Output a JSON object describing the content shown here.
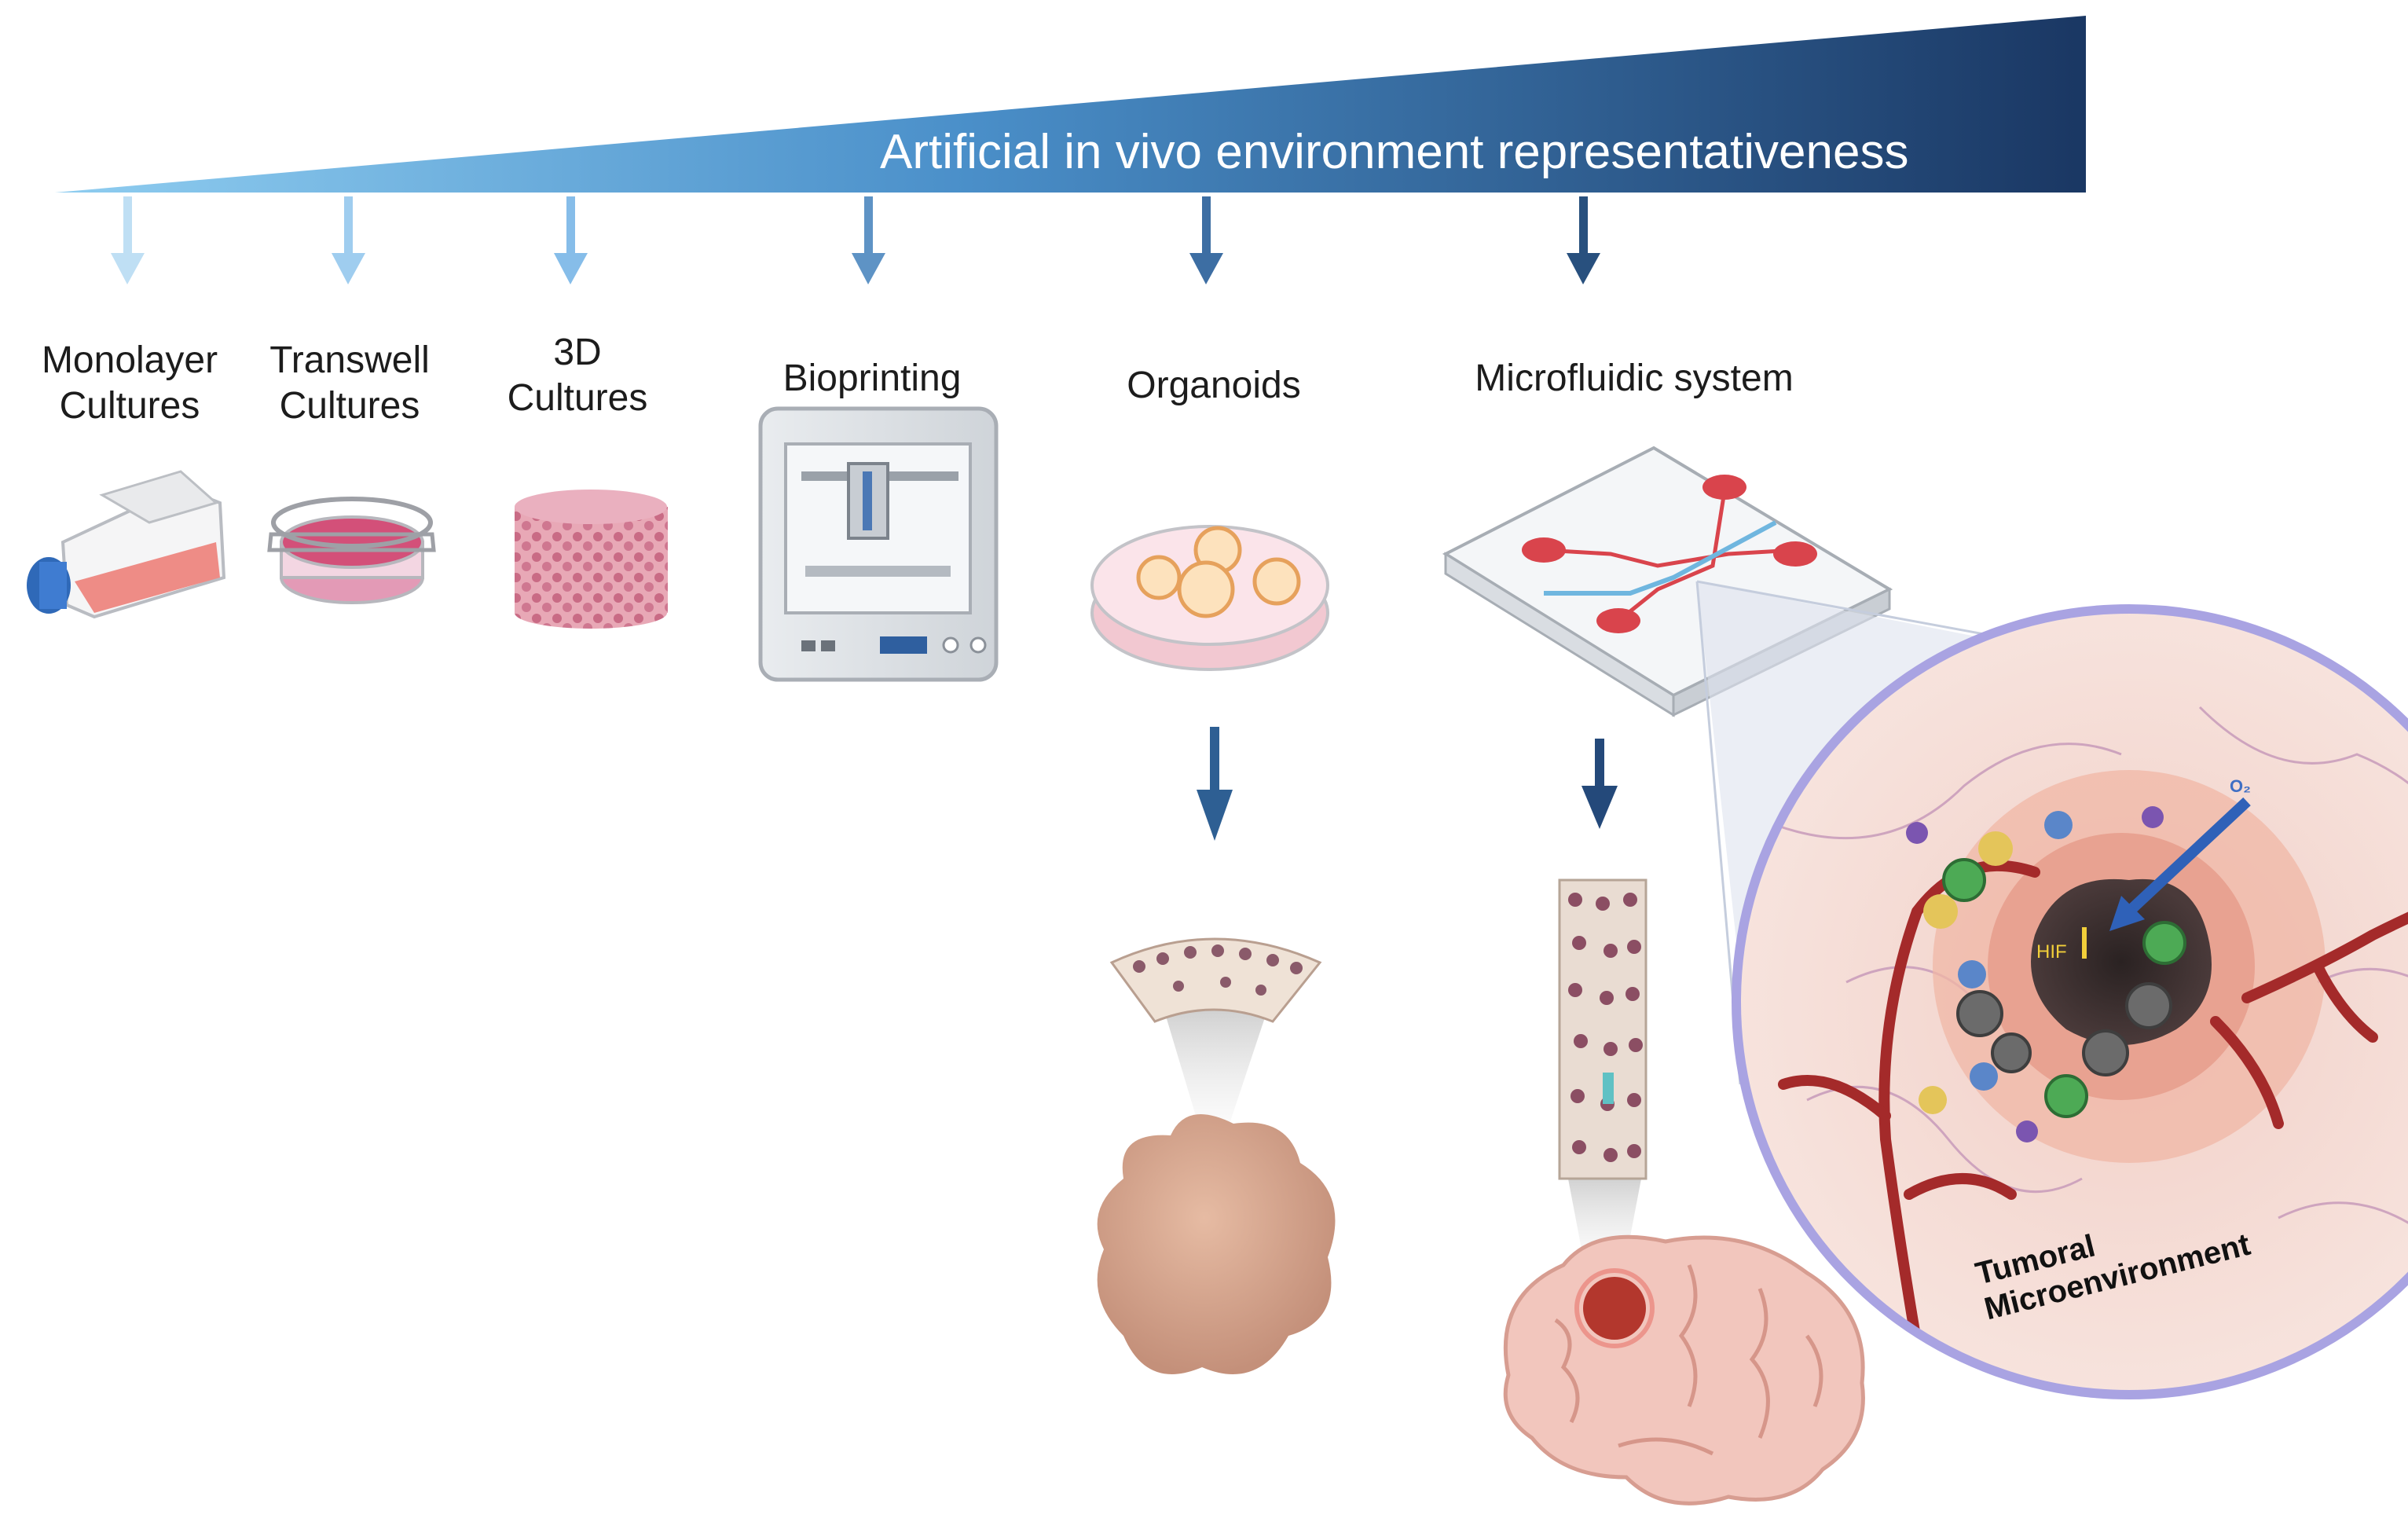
{
  "banner": {
    "text": "Artificial in vivo environment representativeness",
    "color_light": "#7cc0ea",
    "color_dark": "#1b3b68"
  },
  "models": [
    {
      "line1": "Monolayer",
      "line2": "Cultures",
      "icon": "culture-flask-icon"
    },
    {
      "line1": "Transwell",
      "line2": "Cultures",
      "icon": "transwell-insert-icon"
    },
    {
      "line1": "3D",
      "line2": "Cultures",
      "icon": "porous-scaffold-icon"
    },
    {
      "line1": "Bioprinting",
      "line2": "",
      "icon": "bioprinter-icon"
    },
    {
      "line1": "Organoids",
      "line2": "",
      "icon": "petri-dish-organoids-icon"
    },
    {
      "line1": "Microfluidic system",
      "line2": "",
      "icon": "microfluidic-chip-icon"
    }
  ],
  "tumoral_microenvironment": {
    "line1": "Tumoral",
    "line2": "Microenvironment",
    "hif_label": "HIF",
    "o2_label": "O₂"
  }
}
